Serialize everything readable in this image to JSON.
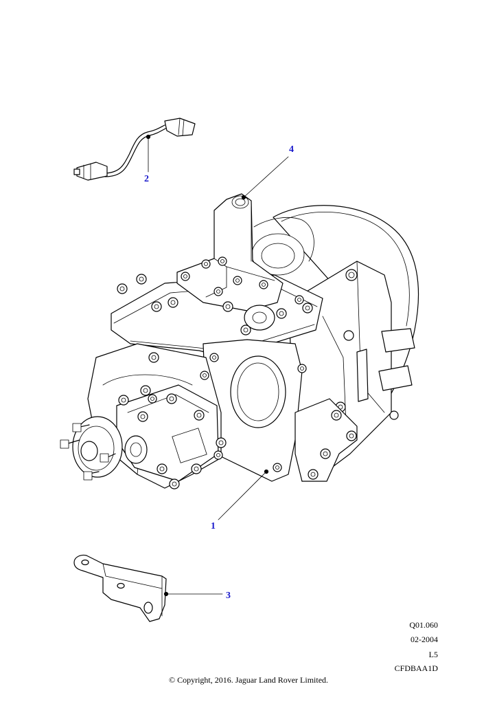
{
  "callouts": [
    {
      "id": "1",
      "label": "1"
    },
    {
      "id": "2",
      "label": "2"
    },
    {
      "id": "3",
      "label": "3"
    },
    {
      "id": "4",
      "label": "4"
    }
  ],
  "reference": {
    "code": "Q01.060",
    "date": "02-2004",
    "level": "L5",
    "catalog": "CFDBAA1D"
  },
  "copyright": "© Copyright, 2016. Jaguar Land Rover Limited.",
  "colors": {
    "callout": "#1a1acc",
    "line": "#000000",
    "background": "#ffffff"
  }
}
